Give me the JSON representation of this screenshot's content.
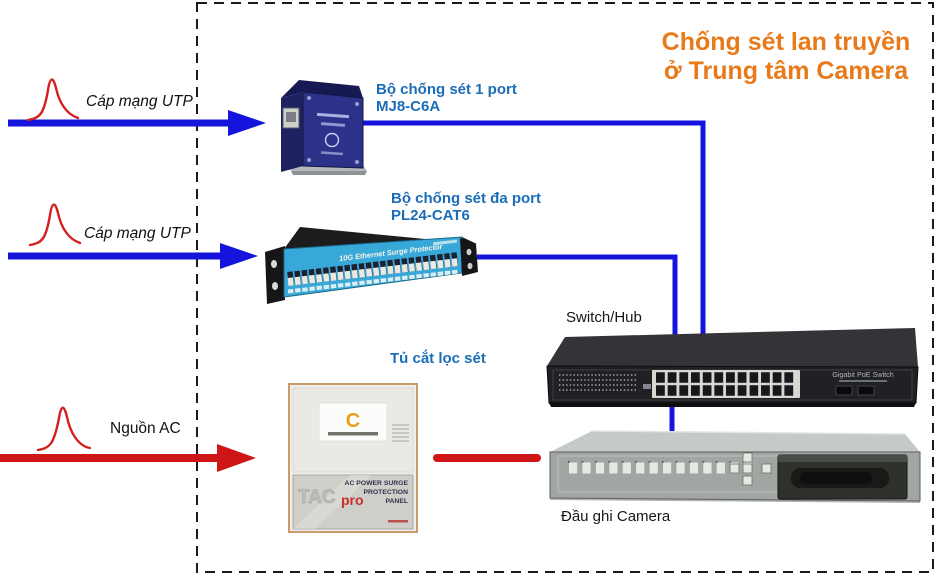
{
  "diagram": {
    "title_line1": "Chống sét lan truyền",
    "title_line2": "ở Trung tâm Camera"
  },
  "inputs": [
    {
      "label": "Cáp mạng UTP"
    },
    {
      "label": "Cáp mạng UTP"
    },
    {
      "label": "Nguồn AC"
    }
  ],
  "devices": {
    "surge_1port": {
      "name_line1": "Bộ chống sét 1 port",
      "name_line2": "MJ8-C6A"
    },
    "surge_24port": {
      "name_line1": "Bộ chống sét đa port",
      "name_line2": "PL24-CAT6",
      "faceplate": "10G Ethernet Surge Protector"
    },
    "switch": {
      "caption": "Switch/Hub",
      "front_text": "Gigabit PoE Switch"
    },
    "cabinet": {
      "caption": "Tủ cắt lọc sét",
      "brand_main": "TAC",
      "brand_suffix": "pro",
      "panel_line1": "AC POWER SURGE",
      "panel_line2": "PROTECTION",
      "panel_line3": "PANEL"
    },
    "dvr": {
      "caption": "Đầu ghi Camera"
    }
  },
  "colors": {
    "title_orange": "#e87a1a",
    "label_blue": "#1b6db8",
    "line_blue": "#1414dd",
    "line_red": "#cf1616",
    "border_dash": "#1a1a1a"
  }
}
